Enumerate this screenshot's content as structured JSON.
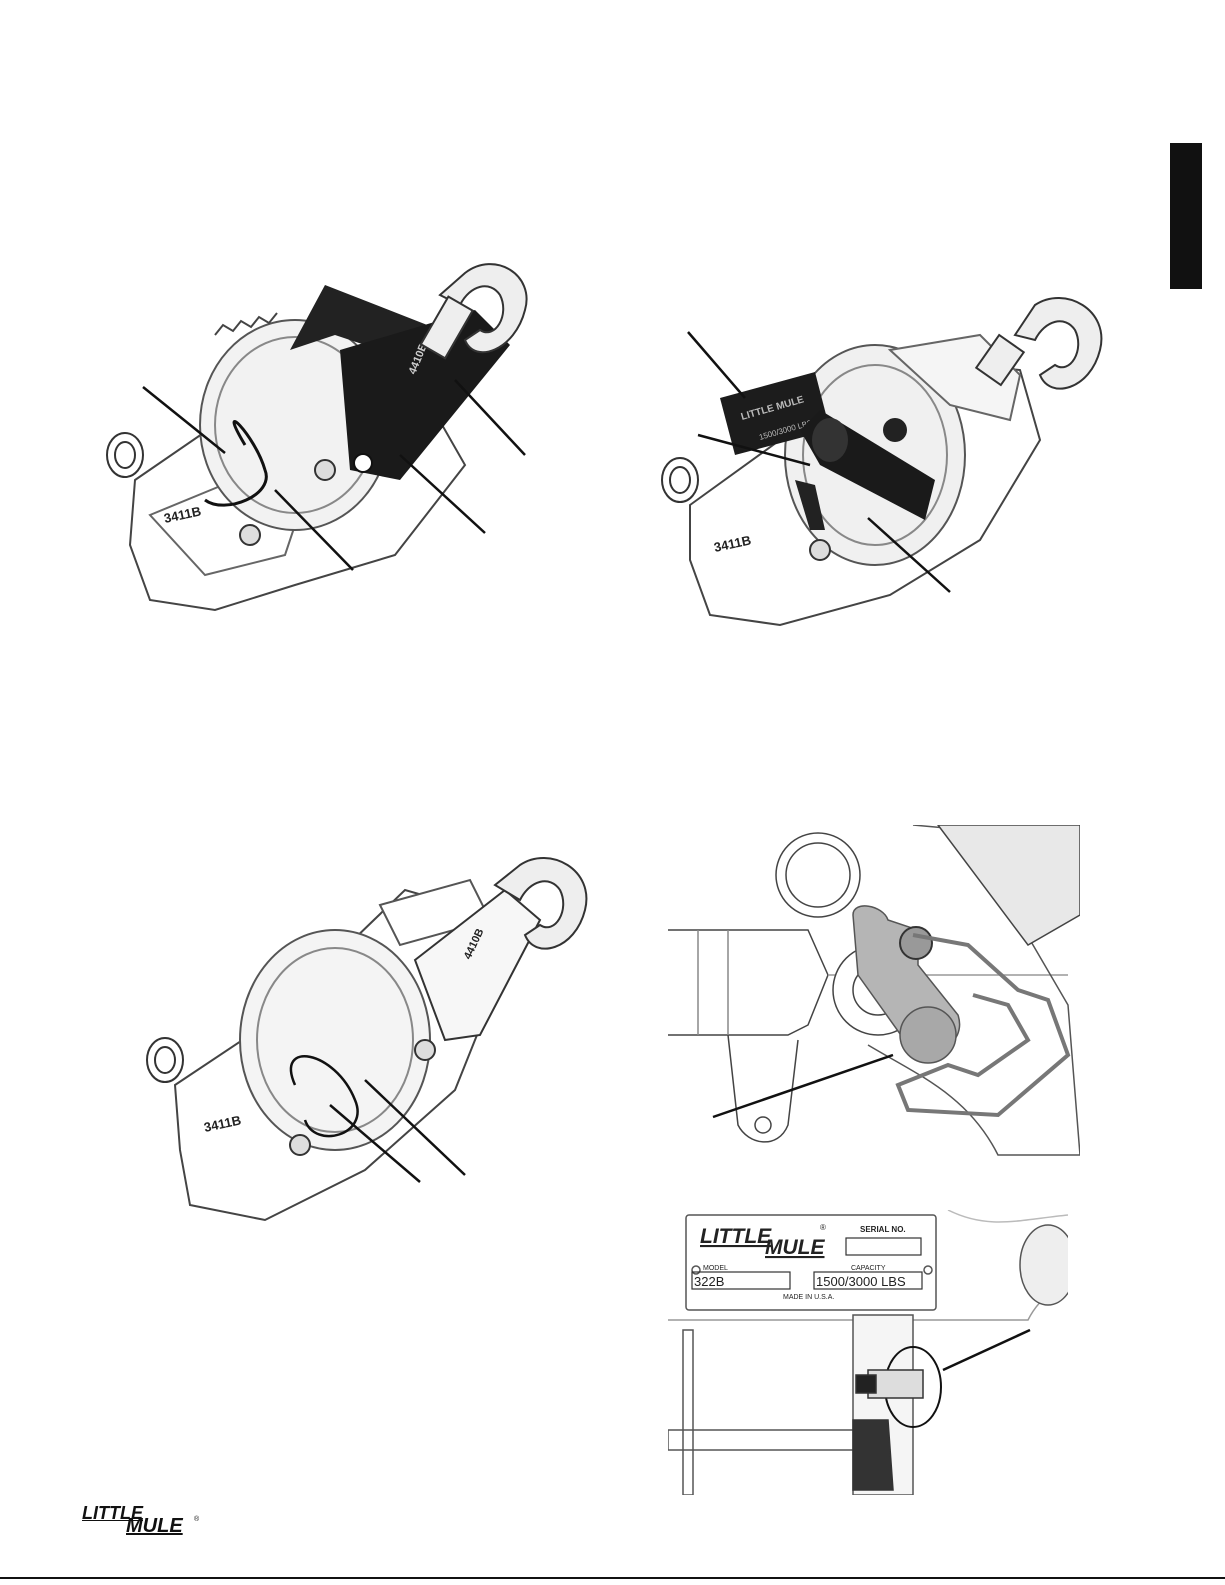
{
  "page": {
    "side_tab": "",
    "footer_logo": {
      "word1": "LITTLE",
      "word2": "MULE",
      "reg": "®"
    }
  },
  "figures": {
    "fig1": {
      "casting_text": "3411B",
      "handle_text": "4410B"
    },
    "fig2": {
      "casting_text": "3411B",
      "plate_brand": "LITTLE MULE",
      "plate_capacity": "1500/3000 LBS"
    },
    "fig3": {
      "casting_text": "3411B",
      "handle_text": "4410B"
    },
    "fig5_plate": {
      "brand_word1": "LITTLE",
      "brand_word2": "MULE",
      "reg": "®",
      "serial_label": "SERIAL NO.",
      "model_label": "MODEL",
      "model_value": "322B",
      "capacity_label": "CAPACITY",
      "capacity_value": "1500/3000 LBS",
      "origin": "MADE IN U.S.A."
    }
  },
  "colors": {
    "ink": "#111111",
    "line_gray": "#555555",
    "light_gray": "#bdbdbd",
    "tab_black": "#111111"
  }
}
